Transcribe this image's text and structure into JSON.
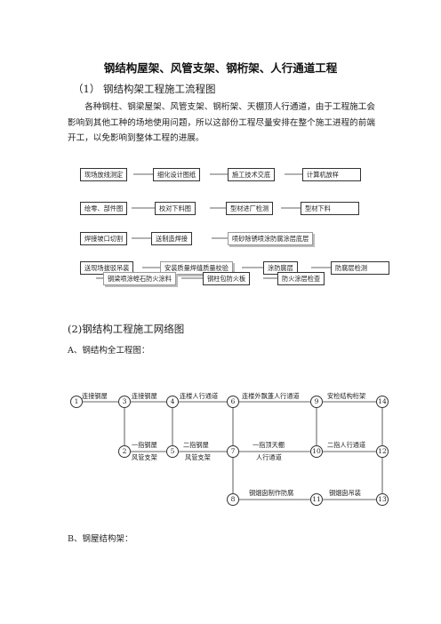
{
  "doc": {
    "title": "钢结构屋架、风管支架、钢桁架、人行通道工程",
    "section1": "（1） 钢结构架工程施工流程图",
    "intro": "各种钢柱、钢梁屋架、风管支架、钢桁架、天棚顶人行通道，由于工程施工会影响到其他工种的场地使用问题，所以这部份工程尽量安排在整个施工进程的前端开工，以免影响到整体工程的进展。",
    "section2": "(2)钢结构工程施工网络图",
    "subA": "A、钢结构全工程图：",
    "subB": "B、钢屋结构架："
  },
  "flow": {
    "boxes": [
      "现场放线测定",
      "细化设计图纸",
      "施工技术交底",
      "计算机放样",
      "绘零、部件图",
      "校对下料图",
      "型材进厂检测",
      "型材下料",
      "焊接坡口切割",
      "送制造焊接",
      "喷砂除锈喷涂防腐涂层底层",
      "送现场拔驳吊装",
      "安装质量焊缝质量校验",
      "涂防腐层",
      "防腐层检测",
      "钢梁喷涂蛭石防火涂料",
      "钢柱包防火板",
      "防火涂层检查"
    ]
  },
  "network": {
    "nodes": [
      "1",
      "3",
      "4",
      "6",
      "9",
      "14",
      "2",
      "5",
      "7",
      "10",
      "12",
      "8",
      "11",
      "13"
    ],
    "edges": [
      "连接钢屋",
      "连接钢屋",
      "连楼人行通道",
      "连楼外飘蓬人行通道",
      "安检结构桁架",
      "一指钢屋",
      "风管支架",
      "二指钢屋",
      "风管支架",
      "一指顶天棚",
      "人行通道",
      "二指人行通道",
      "钢烟囱制作防腐",
      "钢烟囱吊装"
    ]
  }
}
